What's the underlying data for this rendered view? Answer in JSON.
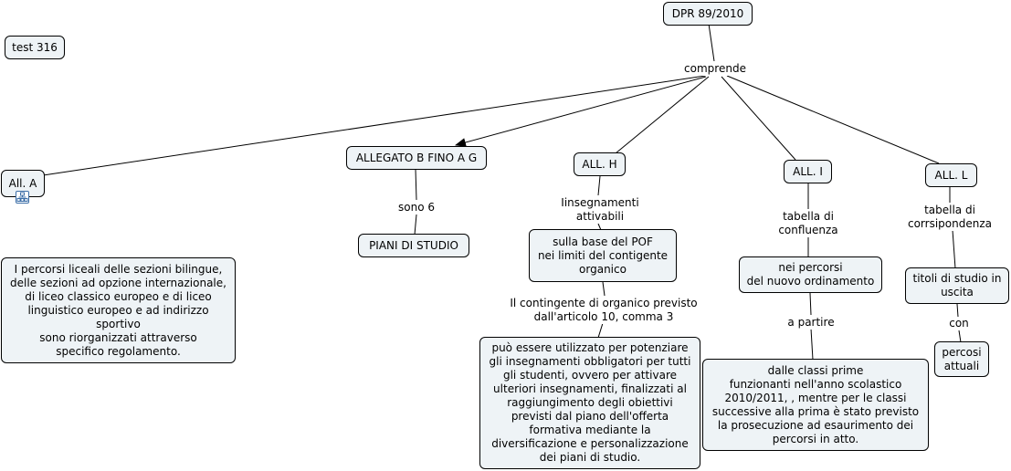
{
  "nodes": {
    "dpr": "DPR 89/2010",
    "test316": "test 316",
    "all_a": "All. A",
    "allegato_b_g": "ALLEGATO B FINO A G",
    "all_h": "ALL. H",
    "all_i": "ALL. I",
    "all_l": "ALL. L",
    "piani_di_studio": "PIANI DI STUDIO",
    "percorsi_liceali": "I percorsi liceali delle sezioni bilingue,\ndelle sezioni ad opzione internazionale,\ndi liceo classico europeo e di liceo\nlinguistico europeo e ad indirizzo\nsportivo\nsono riorganizzati attraverso\nspecifico regolamento.",
    "sulla_base_pof": "sulla base del POF\nnei limiti del contigente\norganico",
    "puo_essere": "può essere utilizzato per potenziare\ngli insegnamenti obbligatori per tutti\ngli studenti, ovvero per attivare\nulteriori insegnamenti, finalizzati al\nraggiungimento degli obiettivi\nprevisti dal piano dell'offerta\nformativa mediante la\ndiversificazione e personalizzazione\ndei piani di studio.",
    "nei_percorsi": "nei percorsi\ndel nuovo ordinamento",
    "dalle_classi": "dalle classi prime\nfunzionanti nell'anno scolastico\n2010/2011, , mentre per le classi\nsuccessive alla prima è stato previsto\nla prosecuzione ad esaurimento dei\npercorsi in atto.",
    "titoli_di_studio": "titoli di studio in\nuscita",
    "percorsi_attuali": "percosi\nattuali"
  },
  "link_labels": {
    "comprende": "comprende",
    "sono6": "sono 6",
    "insegnamenti": "Iinsegnamenti\nattivabili",
    "contingente": "Il contingente di organico previsto\ndall'articolo 10, comma 3",
    "tabella_confluenza": "tabella di\nconfluenza",
    "a_partire": "a partire",
    "tabella_corrispondenza": "tabella di\ncorrsipondenza",
    "con": "con"
  },
  "icons": [
    "submap-icon"
  ],
  "colors": {
    "node_fill": "#eef3f6",
    "node_border": "#000000",
    "link": "#000000",
    "icon": "#3d6fa8"
  }
}
